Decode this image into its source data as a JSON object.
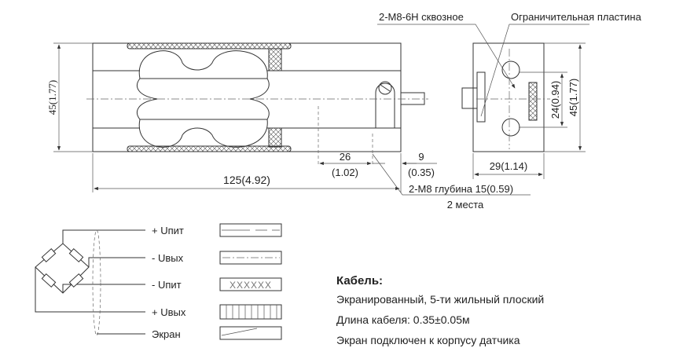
{
  "front_view": {
    "height_dim": "45(1.77)",
    "length_dim": "125(4.92)",
    "hole_spacing": "26",
    "hole_spacing_in": "(1.02)",
    "edge_offset": "9",
    "edge_offset_in": "(0.35)",
    "thread_note": "2-M8 глубина 15(0.59)",
    "thread_count": "2 места"
  },
  "side_view": {
    "through_hole_note": "2-M8-6H сквозное",
    "limit_plate_note": "Ограничительная пластина",
    "hole_pitch_dim": "24(0.94)",
    "height_dim": "45(1.77)",
    "width_dim": "29(1.14)"
  },
  "wiring": {
    "wires": [
      {
        "label": "+ Uпит",
        "pattern": "long-dash"
      },
      {
        "label": "-  Uвых",
        "pattern": "dash-dot"
      },
      {
        "label": "-  Uпит",
        "pattern": "XXXXXX"
      },
      {
        "label": "+  Uвых",
        "pattern": "vertical-lines"
      },
      {
        "label": "Экран",
        "pattern": "diagonal"
      }
    ]
  },
  "cable": {
    "title": "Кабель:",
    "lines": [
      "Экранированный, 5-ти жильный плоский",
      "Длина кабеля: 0.35±0.05м",
      "Экран подключен к корпусу датчика"
    ]
  }
}
